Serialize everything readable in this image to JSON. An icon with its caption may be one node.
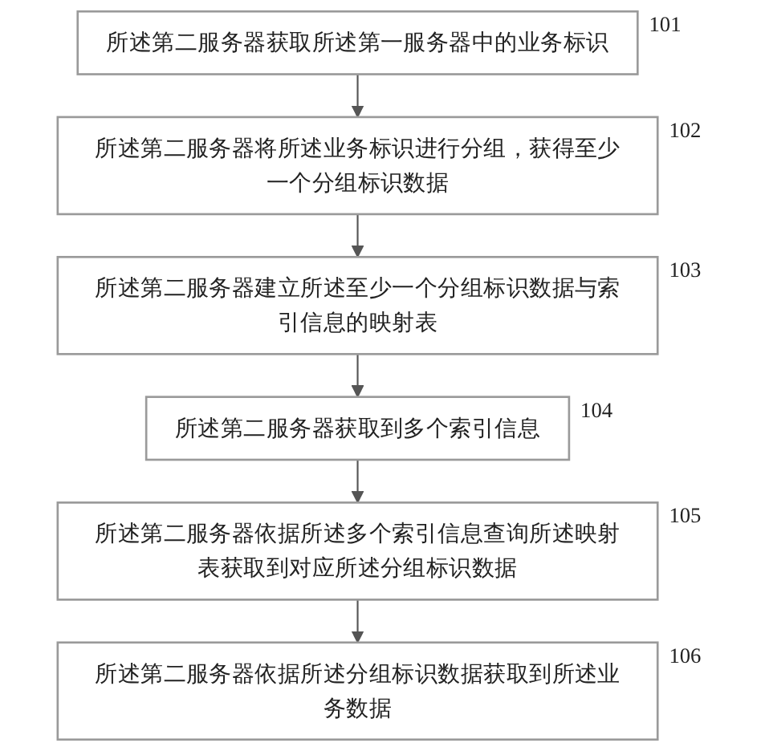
{
  "diagram": {
    "nodes": [
      {
        "text": [
          "所述第二服务器获取所述第一服务器中的业务标识"
        ],
        "beside": [
          "101"
        ]
      },
      {
        "text": [
          "所述第二服务器将所述业务标识进行分组，获得至少一个分组标识数据"
        ],
        "beside": [
          "102"
        ]
      },
      {
        "text": [
          "所述第二服务器建立所述至少一个分组标识数据与索引信息的映射表"
        ],
        "beside": [
          "103"
        ]
      },
      {
        "text": [
          "所述第二服务器获取到多个索引信息"
        ],
        "beside": [
          "104"
        ]
      },
      {
        "text": [
          "所述第二服务器依据所述多个索引信息查询所述映射表获取到对应所述分组标识数据"
        ],
        "beside": [
          "105"
        ]
      },
      {
        "text": [
          "所述第二服务器依据所述分组标识数据获取到所述业务数据"
        ],
        "beside": [
          "106"
        ]
      }
    ],
    "edges": [
      {
        "from": 0,
        "to": 1,
        "arrow": "to"
      },
      {
        "from": 1,
        "to": 2,
        "arrow": "to"
      },
      {
        "from": 2,
        "to": 3,
        "arrow": "to"
      },
      {
        "from": 3,
        "to": 4,
        "arrow": "to"
      },
      {
        "from": 4,
        "to": 5,
        "arrow": "to"
      }
    ]
  }
}
